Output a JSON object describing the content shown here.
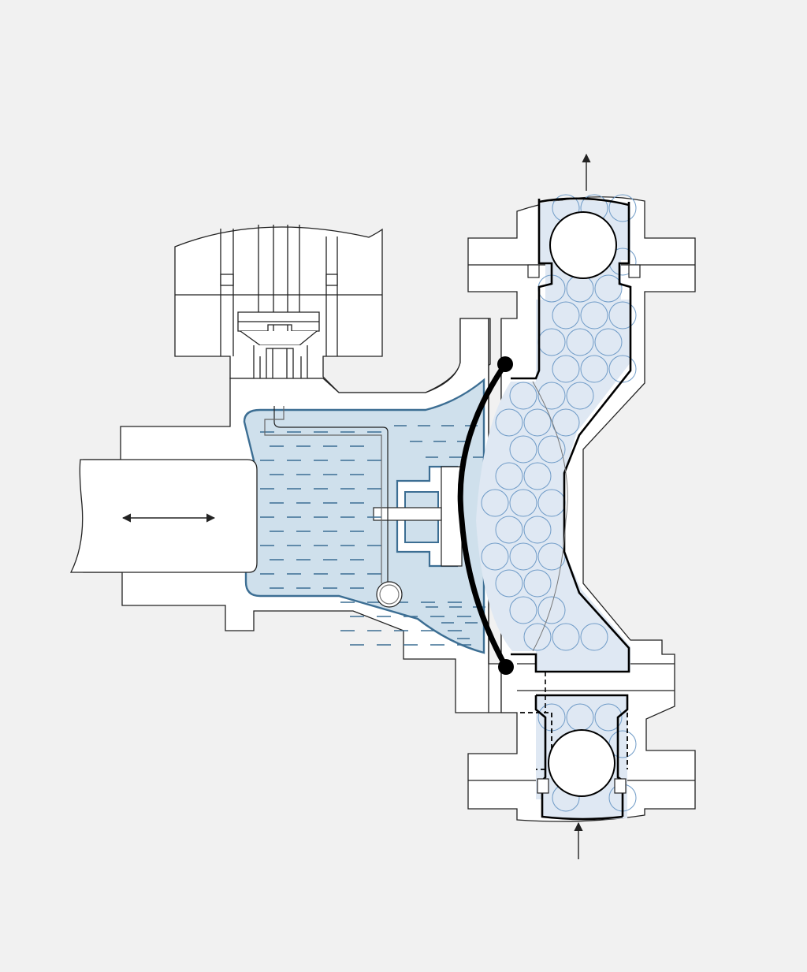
{
  "diagram": {
    "colors": {
      "background": "#f1f1f1",
      "body_fill": "#ffffff",
      "outline": "#222222",
      "hydraulic_fluid": "#cfe0ec",
      "hydraulic_outline": "#3c6e93",
      "process_fluid": "#dfe8f3",
      "process_bubble": "#6f9bc7",
      "diaphragm": "#000000"
    },
    "components": [
      "piston",
      "hydraulic-chamber",
      "relief-valve-housing",
      "refill-tube",
      "diaphragm",
      "pump-head",
      "discharge-check-valve",
      "suction-check-valve"
    ],
    "flow": {
      "piston_motion": "reciprocating",
      "discharge": "up",
      "suction": "up"
    }
  }
}
